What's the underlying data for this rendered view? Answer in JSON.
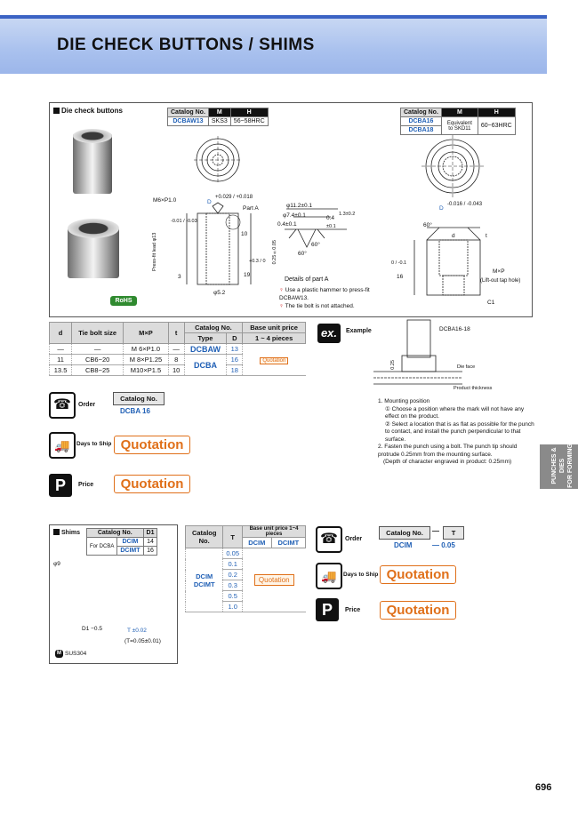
{
  "header": {
    "title": "DIE CHECK BUTTONS / SHIMS"
  },
  "side_tab": {
    "line1": "PUNCHES & DIES",
    "line2": "FOR FORMING"
  },
  "page_number": "696",
  "die_check": {
    "label": "Die check buttons",
    "rohs": "RoHS",
    "table_left": {
      "headers": [
        "Catalog No.",
        "M",
        "H"
      ],
      "row": [
        "DCBAW13",
        "SKS3",
        "56~58HRC"
      ]
    },
    "table_right": {
      "headers": [
        "Catalog No.",
        "M",
        "H"
      ],
      "rows": [
        "DCBA16",
        "DCBA18"
      ],
      "material": "Equivalent to SKD11",
      "hardness": "60~63HRC"
    },
    "drawing_left": {
      "thread": "M6×P1.0",
      "d_label": "D",
      "tol_d": "+0.029 / +0.018",
      "part_a": "Part A",
      "press_fit": "Press-fit lead φ13",
      "press_tol": "-0.01 / -0.03",
      "dim_10": "10",
      "dim_3": "3",
      "dim_19": "19",
      "tol_19": "+0.3 / 0",
      "dim_52": "φ5.2"
    },
    "detail_a": {
      "d1": "φ11.2±0.1",
      "d2": "φ7.4±0.1",
      "d3": "0.4±0.1",
      "d4": "0.4",
      "d4tol": "±0.1",
      "d5": "1.3±0.2",
      "a1": "60°",
      "a2": "60°",
      "d6": "0.25±0.05",
      "caption": "Details of part A",
      "note1": "Use a plastic hammer to press-fit DCBAW13.",
      "note2": "The tie bolt is not attached."
    },
    "drawing_right": {
      "d_label": "D",
      "tol_d": "-0.016 / -0.043",
      "angle": "60°",
      "d": "d",
      "t": "t",
      "dim_16": "16",
      "tol_16": "0 / -0.1",
      "mxp": "M×P",
      "liftout": "(Lift-out tap hole)",
      "c1": "C1"
    }
  },
  "main_table": {
    "headers": {
      "d": "d",
      "tie_bolt": "Tie bolt size",
      "mxp": "M×P",
      "t": "t",
      "catalog": "Catalog No.",
      "type": "Type",
      "D": "D",
      "price": "Base unit price",
      "price_qty": "1 ~ 4 pieces"
    },
    "rows": [
      {
        "d": "—",
        "tie": "—",
        "mxp": "M 6×P1.0",
        "t": "—",
        "D": "13"
      },
      {
        "d": "11",
        "tie": "CB6−20",
        "mxp": "M 8×P1.25",
        "t": "8",
        "D": "16"
      },
      {
        "d": "13.5",
        "tie": "CB8−25",
        "mxp": "M10×P1.5",
        "t": "10",
        "D": "18"
      }
    ],
    "type_dcbaw": "DCBAW",
    "type_dcba": "DCBA",
    "quotation_small": "Quotation"
  },
  "order_section": {
    "order": "Order",
    "catalog_label": "Catalog No.",
    "example": "DCBA 16",
    "days_to_ship": "Days to Ship",
    "price": "Price",
    "quotation": "Quotation"
  },
  "example_section": {
    "ex": "ex.",
    "label": "Example",
    "part": "DCBA16-18",
    "die_face": "Die face",
    "thickness": "Product thickness",
    "dim": "0.25",
    "notes": [
      "1. Mounting position",
      "① Choose a position where the mark will not have any effect on the product.",
      "② Select a location that is as flat as possible for the punch to contact, and install the punch perpendicular to that surface.",
      "2. Fasten the punch using a bolt. The punch tip should protrude 0.25mm from the mounting surface.",
      "(Depth of character engraved in product: 0.25mm)"
    ]
  },
  "shims": {
    "label": "Shims",
    "table_small": {
      "headers": [
        "Catalog No.",
        "D1"
      ],
      "for": "For DCBA",
      "rows": [
        [
          "DCIM",
          "14"
        ],
        [
          "DCIMT",
          "16"
        ]
      ]
    },
    "dia9": "φ9",
    "d1": "D1 −0.5",
    "t": "T ±0.02",
    "t_note": "(T=0.05±0.01)",
    "material": "SUS304",
    "m_box": "M",
    "price_table": {
      "h_catalog": "Catalog No.",
      "h_t": "T",
      "h_price": "Base unit price 1~4 pieces",
      "sub": [
        "DCIM",
        "DCIMT"
      ],
      "t_values": [
        "0.05",
        "0.1",
        "0.2",
        "0.3",
        "0.5",
        "1.0"
      ],
      "cat1": "DCIM",
      "cat2": "DCIMT",
      "quotation": "Quotation"
    },
    "order": {
      "order": "Order",
      "catalog_label": "Catalog No.",
      "dash": "—",
      "t_label": "T",
      "example": "DCIM",
      "example2": "— 0.05",
      "days": "Days to Ship",
      "price": "Price",
      "quotation": "Quotation"
    }
  },
  "colors": {
    "accent_blue": "#1f5fb5",
    "quotation_orange": "#e0701a",
    "header_blue": "#a9c1ee"
  }
}
